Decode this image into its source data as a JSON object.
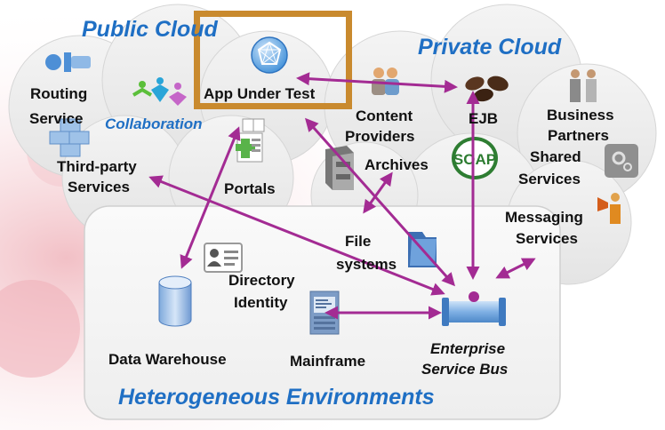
{
  "colors": {
    "accent_blue": "#1f6fc4",
    "arrow": "#a32b93",
    "highlight_box": "#c98a2e"
  },
  "regions": {
    "public_cloud": "Public Cloud",
    "private_cloud": "Private Cloud",
    "heterogeneous": "Heterogeneous Environments"
  },
  "nodes": {
    "app_under_test": "App Under Test",
    "routing_service_1": "Routing",
    "routing_service_2": "Service",
    "collaboration": "Collaboration",
    "third_party_1": "Third-party",
    "third_party_2": "Services",
    "portals": "Portals",
    "content_providers_1": "Content",
    "content_providers_2": "Providers",
    "archives": "Archives",
    "ejb": "EJB",
    "business_partners_1": "Business",
    "business_partners_2": "Partners",
    "shared_services_1": "Shared",
    "shared_services_2": "Services",
    "messaging_services_1": "Messaging",
    "messaging_services_2": "Services",
    "soap": "SOAP",
    "file_systems_1": "File",
    "file_systems_2": "systems",
    "directory_identity_1": "Directory",
    "directory_identity_2": "Identity",
    "data_warehouse": "Data Warehouse",
    "mainframe": "Mainframe",
    "esb_1": "Enterprise",
    "esb_2": "Service Bus"
  },
  "icons": [
    "routing-service-icon",
    "collaboration-people-icon",
    "third-party-blocks-icon",
    "portals-icon",
    "app-under-test-icon",
    "content-providers-icon",
    "archives-icon",
    "ejb-beans-icon",
    "business-partners-icon",
    "soap-icon",
    "shared-services-gear-icon",
    "messaging-megaphone-icon",
    "file-folder-icon",
    "directory-card-icon",
    "data-warehouse-cylinder-icon",
    "mainframe-icon",
    "service-bus-icon"
  ]
}
